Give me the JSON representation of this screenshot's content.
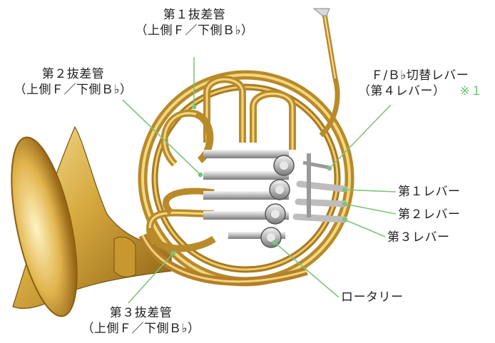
{
  "labels": {
    "slide1_line1": "第１抜差管",
    "slide1_line2": "（上側Ｆ／下側Ｂ♭）",
    "slide2_line1": "第２抜差管",
    "slide2_line2": "（上側Ｆ／下側Ｂ♭）",
    "slide3_line1": "第３抜差管",
    "slide3_line2": "（上側Ｆ／下側Ｂ♭）",
    "switch_line1": "Ｆ/Ｂ♭切替レバー",
    "switch_line2": "（第４レバー）",
    "switch_note": "※１",
    "lever1": "第１レバー",
    "lever2": "第２レバー",
    "lever3": "第３レバー",
    "rotary": "ロータリー"
  },
  "colors": {
    "leader": "#7cc47c",
    "note": "#6cc46c",
    "brass": "#c9a23a"
  }
}
